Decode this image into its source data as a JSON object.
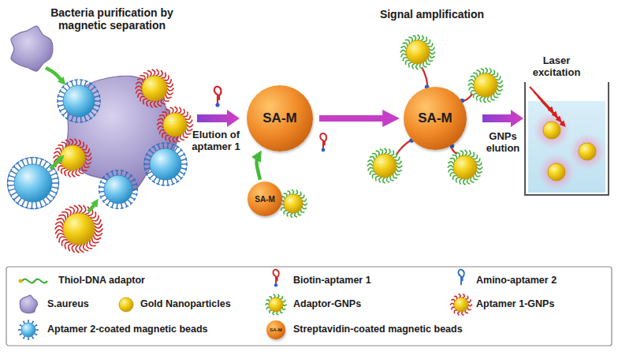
{
  "diagram": {
    "nodes": [
      {
        "text": [
          "SA-M"
        ]
      },
      {
        "text": [
          "SA-M"
        ]
      },
      {
        "text": [
          "SA-M"
        ]
      },
      {
        "text": [
          "SA-M"
        ]
      }
    ],
    "edges": [
      {
        "from": 1,
        "to": 0,
        "arrow": "to"
      },
      {
        "from": 0,
        "to": 2,
        "arrow": "to"
      }
    ],
    "labels": [
      "Bacteria purification by magnetic separation",
      "Signal amplification",
      "Elution of aptamer 1",
      "GNPs elution",
      "Laser excitation"
    ],
    "legend": [
      {
        "text": "Thiol-DNA adaptor"
      },
      {
        "text": "Biotin-aptamer 1"
      },
      {
        "text": "Amino-aptamer 2"
      },
      {
        "text": "S.aureus"
      },
      {
        "text": "Gold Nanoparticles"
      },
      {
        "text": "Adaptor-GNPs"
      },
      {
        "text": "Aptamer 1-GNPs"
      },
      {
        "text": "Aptamer 2-coated magnetic beads"
      },
      {
        "text": "Streptavidin-coated magnetic beads"
      }
    ]
  }
}
